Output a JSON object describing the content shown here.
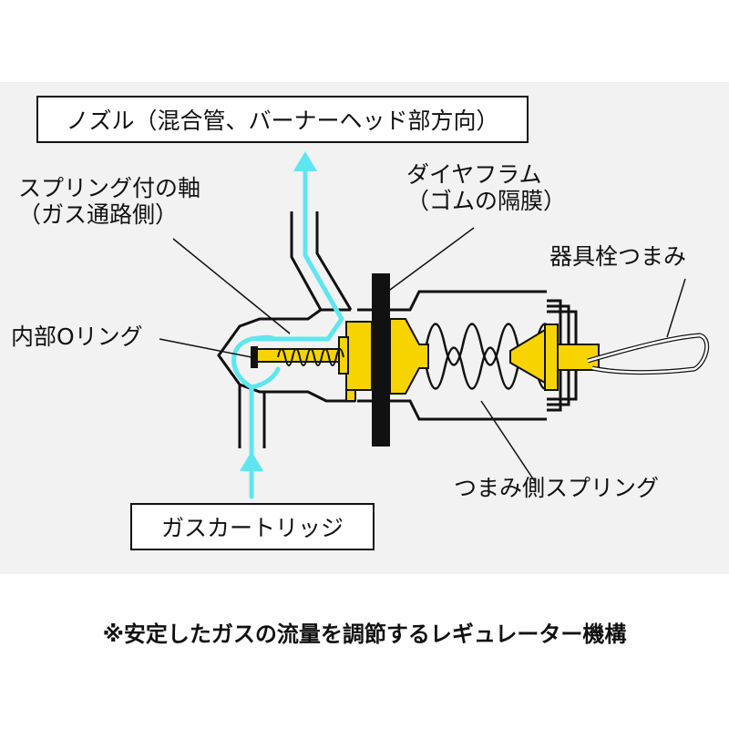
{
  "labels": {
    "nozzle": "ノズル（混合管、バーナーヘッド部方向）",
    "spring_shaft_line1": "スプリング付の軸",
    "spring_shaft_line2": "（ガス通路側）",
    "diaphragm_line1": "ダイヤフラム",
    "diaphragm_line2": "（ゴムの隔膜）",
    "valve_knob": "器具栓つまみ",
    "inner_oring": "内部Oリング",
    "knob_spring": "つまみ側スプリング",
    "cartridge": "ガスカートリッジ"
  },
  "caption": "※安定したガスの流量を調節するレギュレーター機構",
  "colors": {
    "gas_flow": "#5ee6f0",
    "parts": "#f7d400",
    "outline": "#111111",
    "background": "#f2f2f2"
  }
}
